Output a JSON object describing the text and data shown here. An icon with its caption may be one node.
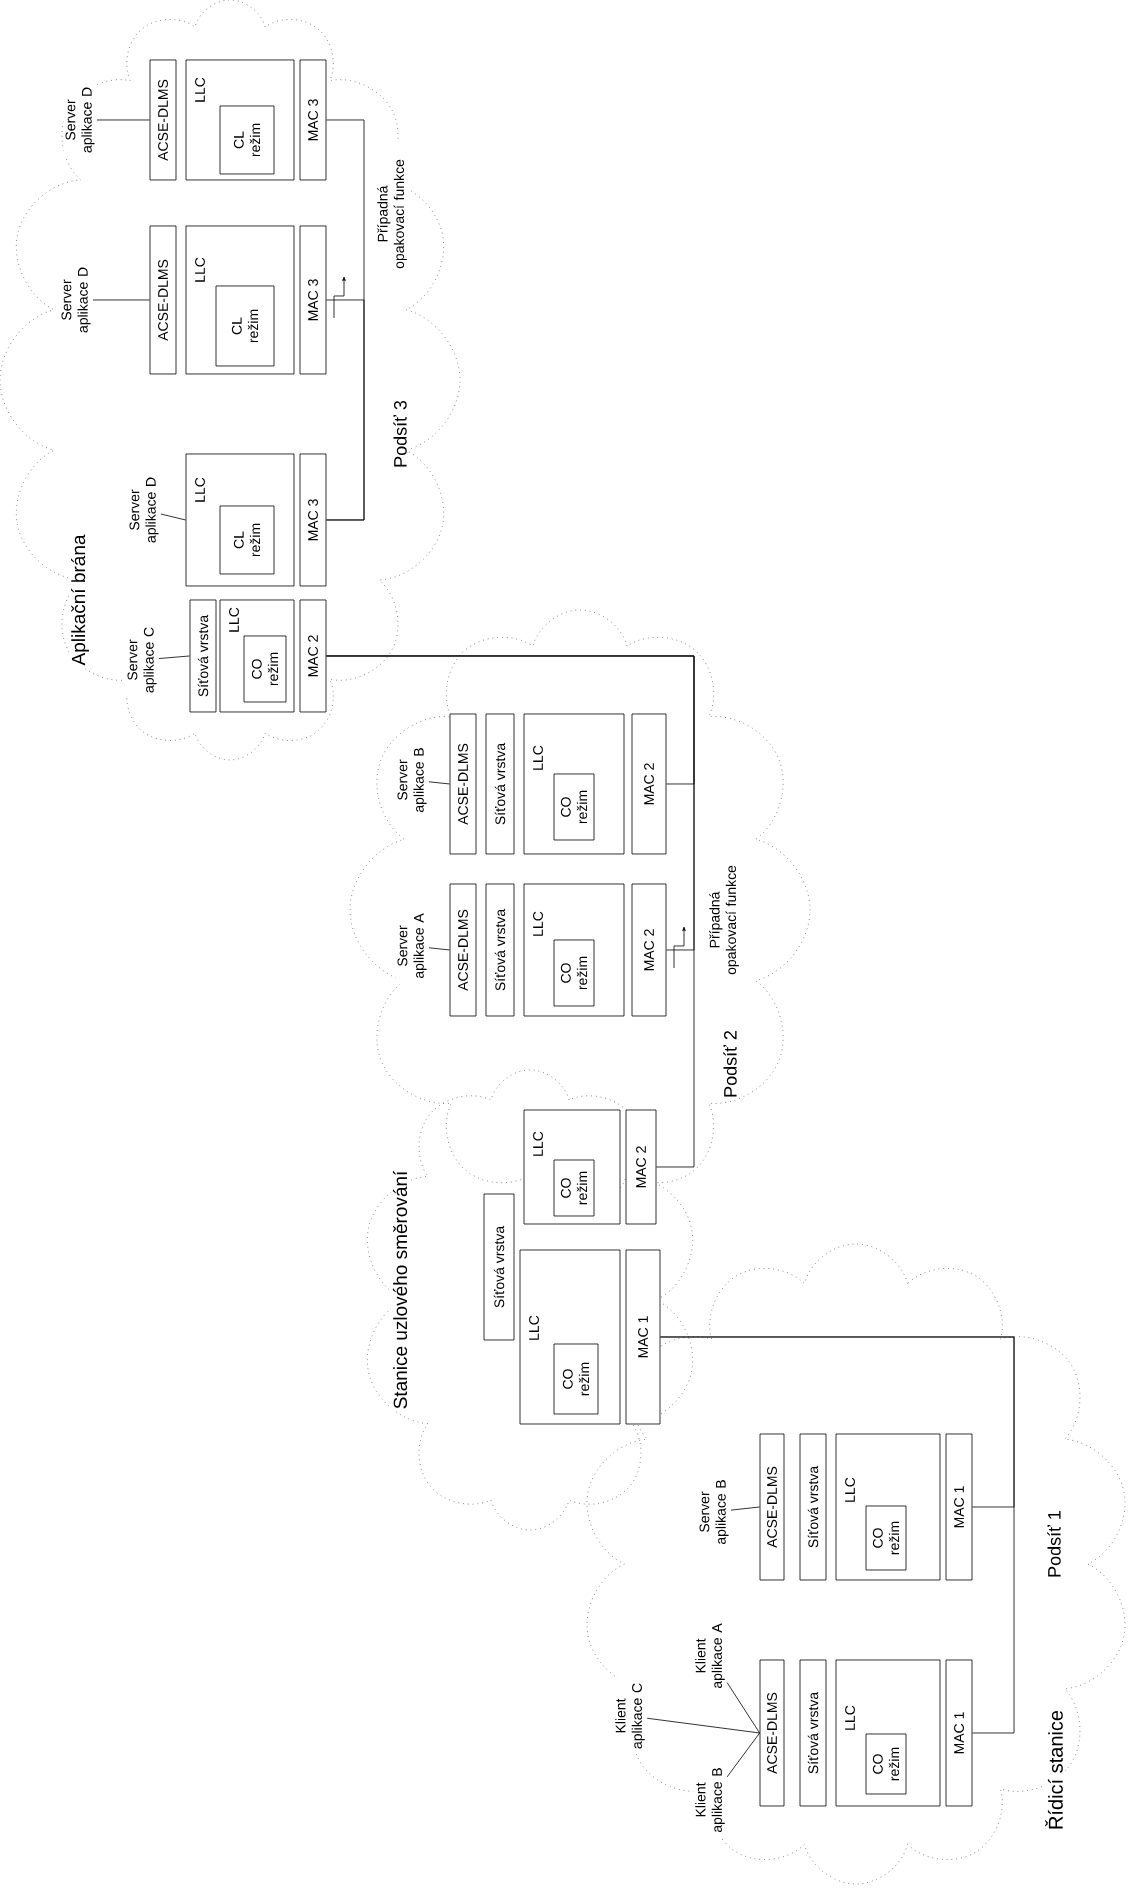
{
  "diagram": {
    "nodes": [
      {
        "text": [
          "Klient aplikace C"
        ]
      },
      {
        "text": [
          "Klient aplikace B"
        ]
      },
      {
        "text": [
          "Klient aplikace A"
        ]
      },
      {
        "text": [
          "ACSE-DLMS"
        ]
      },
      {
        "text": [
          "Síťová vrstva"
        ]
      },
      {
        "text": [
          "LLC"
        ]
      },
      {
        "text": [
          "CO režim"
        ],
        "in": 5
      },
      {
        "text": [
          "MAC 1"
        ]
      },
      {
        "text": [
          "Server aplikace B"
        ]
      },
      {
        "text": [
          "ACSE-DLMS"
        ]
      },
      {
        "text": [
          "Síťová vrstva"
        ]
      },
      {
        "text": [
          "LLC"
        ]
      },
      {
        "text": [
          "CO režim"
        ],
        "in": 11
      },
      {
        "text": [
          "MAC 1"
        ]
      },
      {
        "text": [
          "Síťová vrstva"
        ]
      },
      {
        "text": [
          "LLC"
        ]
      },
      {
        "text": [
          "CO režim"
        ],
        "in": 15
      },
      {
        "text": [
          "MAC 1"
        ]
      },
      {
        "text": [
          "LLC"
        ]
      },
      {
        "text": [
          "CO režim"
        ],
        "in": 18
      },
      {
        "text": [
          "MAC 2"
        ]
      },
      {
        "text": [
          "Server aplikace A"
        ]
      },
      {
        "text": [
          "ACSE-DLMS"
        ]
      },
      {
        "text": [
          "Síťová vrstva"
        ]
      },
      {
        "text": [
          "LLC"
        ]
      },
      {
        "text": [
          "CO režim"
        ],
        "in": 24
      },
      {
        "text": [
          "MAC 2"
        ]
      },
      {
        "text": [
          "Server aplikace B"
        ]
      },
      {
        "text": [
          "ACSE-DLMS"
        ]
      },
      {
        "text": [
          "Síťová vrstva"
        ]
      },
      {
        "text": [
          "LLC"
        ]
      },
      {
        "text": [
          "CO režim"
        ],
        "in": 30
      },
      {
        "text": [
          "MAC 2"
        ]
      },
      {
        "text": [
          "Server aplikace C"
        ]
      },
      {
        "text": [
          "Síťová vrstva"
        ]
      },
      {
        "text": [
          "LLC"
        ]
      },
      {
        "text": [
          "CO režim"
        ],
        "in": 35
      },
      {
        "text": [
          "MAC 2"
        ]
      },
      {
        "text": [
          "Server aplikace D"
        ]
      },
      {
        "text": [
          "LLC"
        ]
      },
      {
        "text": [
          "CL režim"
        ],
        "in": 39
      },
      {
        "text": [
          "MAC 3"
        ]
      },
      {
        "text": [
          "Server aplikace D"
        ]
      },
      {
        "text": [
          "ACSE-DLMS"
        ]
      },
      {
        "text": [
          "LLC"
        ]
      },
      {
        "text": [
          "CL režim"
        ],
        "in": 44
      },
      {
        "text": [
          "MAC 3"
        ]
      },
      {
        "text": [
          "Server aplikace D"
        ]
      },
      {
        "text": [
          "ACSE-DLMS"
        ]
      },
      {
        "text": [
          "LLC"
        ]
      },
      {
        "text": [
          "CL režim"
        ],
        "in": 49
      },
      {
        "text": [
          "MAC 3"
        ]
      }
    ],
    "edges": [
      {
        "from": 0,
        "to": 3,
        "arrow": "none"
      },
      {
        "from": 1,
        "to": 3,
        "arrow": "none"
      },
      {
        "from": 2,
        "to": 3,
        "arrow": "none"
      },
      {
        "from": 8,
        "to": 9,
        "arrow": "none"
      },
      {
        "from": 7,
        "to": 17,
        "arrow": "none"
      },
      {
        "from": 13,
        "to": 17,
        "arrow": "none"
      },
      {
        "from": 21,
        "to": 22,
        "arrow": "none"
      },
      {
        "from": 27,
        "to": 28,
        "arrow": "none"
      },
      {
        "from": 20,
        "to": 37,
        "arrow": "none"
      },
      {
        "from": 26,
        "to": 37,
        "arrow": "none"
      },
      {
        "from": 32,
        "to": 37,
        "arrow": "none"
      },
      {
        "from": 33,
        "to": 34,
        "arrow": "none"
      },
      {
        "from": 38,
        "to": 39,
        "arrow": "none"
      },
      {
        "from": 42,
        "to": 43,
        "arrow": "none"
      },
      {
        "from": 47,
        "to": 48,
        "arrow": "none"
      },
      {
        "from": 41,
        "to": 51,
        "arrow": "none"
      },
      {
        "from": 46,
        "to": 41,
        "arrow": "none"
      }
    ],
    "labels": [
      "Aplikační brána",
      "Případná opakovací funkce",
      "Podsíť 3",
      "Stanice uzlového směrování",
      "Případná opakovací funkce",
      "Podsíť 2",
      "Podsíť 1",
      "Řídicí stanice"
    ]
  }
}
